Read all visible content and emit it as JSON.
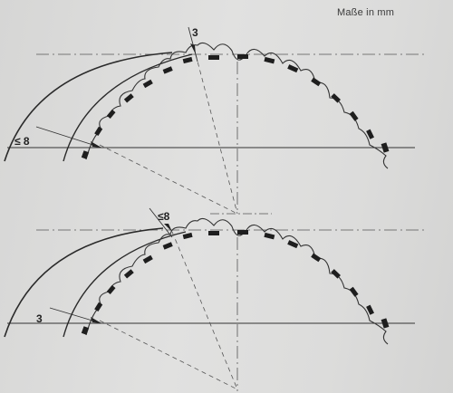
{
  "header": {
    "units_label": "Maße in mm"
  },
  "figures": [
    {
      "upper_label": "3",
      "left_label": "≤ 8"
    },
    {
      "upper_label": "≤8",
      "left_label": "3"
    }
  ],
  "colors": {
    "ink": "#2a2a2a",
    "paper": "#dcdcdb"
  }
}
